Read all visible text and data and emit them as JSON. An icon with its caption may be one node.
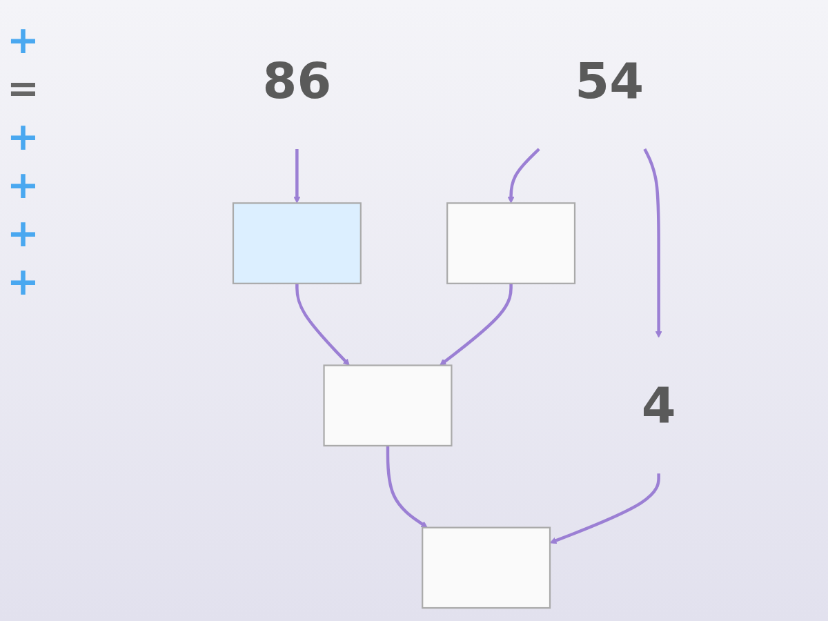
{
  "diagram": {
    "nodes": [
      {
        "text": [
          "86"
        ]
      },
      {
        "text": [
          "54"
        ]
      },
      {
        "text": [],
        "shape": "box"
      },
      {
        "text": [],
        "shape": "box"
      },
      {
        "text": [
          "4"
        ]
      },
      {
        "text": [],
        "shape": "box"
      },
      {
        "text": [],
        "shape": "box"
      }
    ],
    "edges": [
      {
        "from": 0,
        "to": 2,
        "arrow": "to"
      },
      {
        "from": 1,
        "to": 3,
        "arrow": "to"
      },
      {
        "from": 1,
        "to": 4,
        "arrow": "to"
      },
      {
        "from": 2,
        "to": 5,
        "arrow": "to"
      },
      {
        "from": 3,
        "to": 5,
        "arrow": "to"
      },
      {
        "from": 4,
        "to": 6,
        "arrow": "to"
      },
      {
        "from": 5,
        "to": 6,
        "arrow": "to"
      }
    ],
    "labels": [
      "+",
      "=",
      "+",
      "+",
      "+",
      "+"
    ]
  }
}
